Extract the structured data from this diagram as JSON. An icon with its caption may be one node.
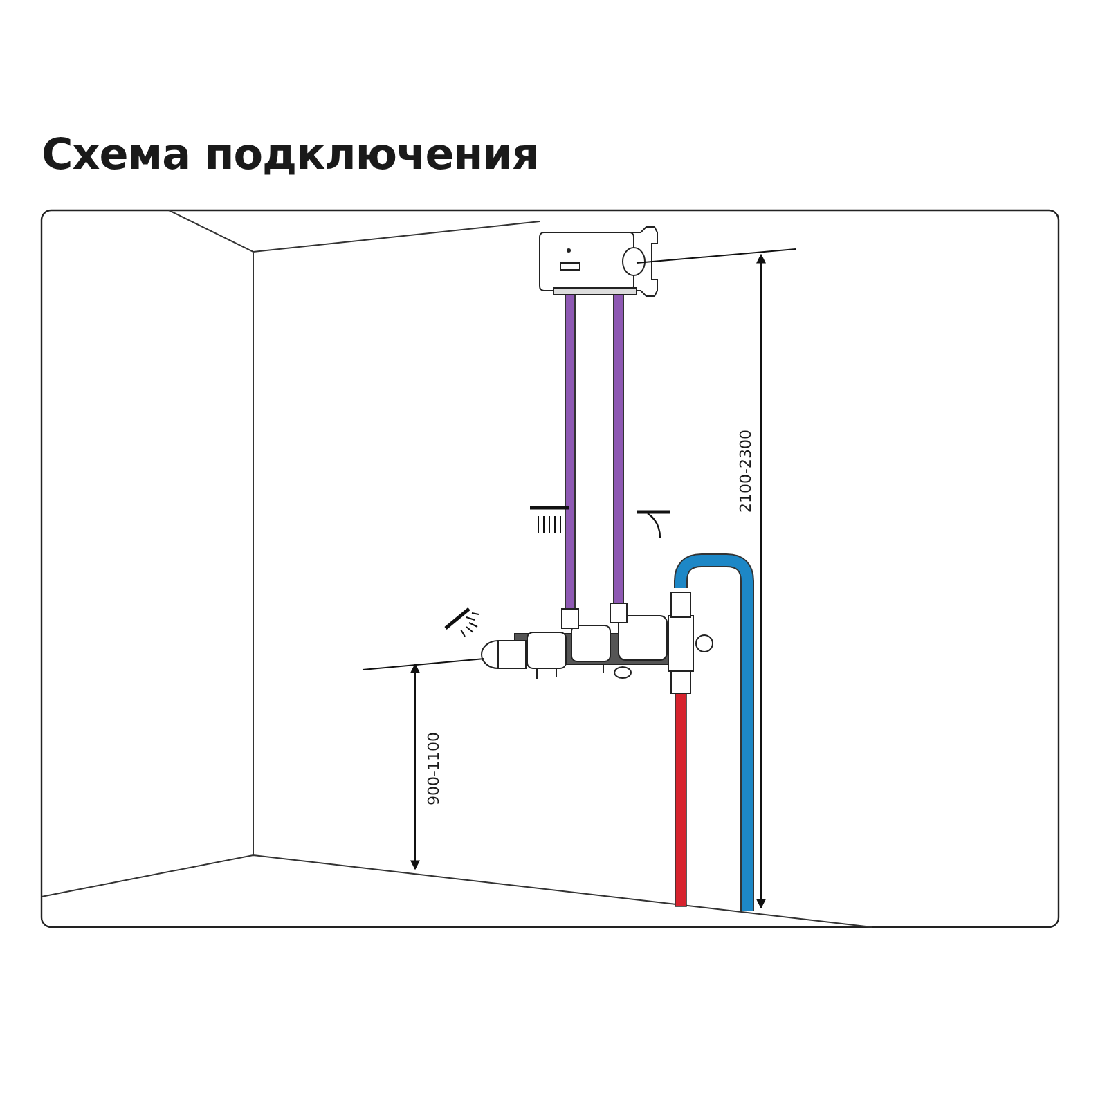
{
  "diagram": {
    "title": "Схема подключения",
    "labels": [
      "2100-2300",
      "900-1100"
    ]
  }
}
